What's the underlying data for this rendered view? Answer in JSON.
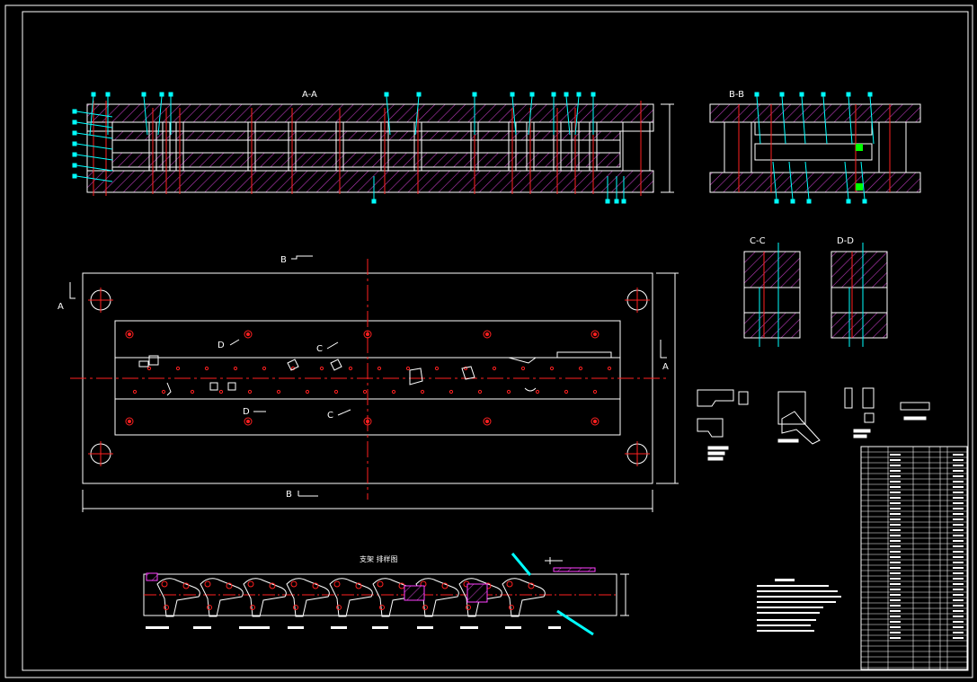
{
  "labels": {
    "section_aa": "A-A",
    "section_bb": "B-B",
    "section_cc": "C-C",
    "section_dd": "D-D",
    "view_a": "A",
    "view_b": "B",
    "view_c": "C",
    "view_d": "D",
    "strip_title": "支架  排样图"
  },
  "colors": {
    "background": "#000000",
    "outline": "#ffffff",
    "hatch": "#cc33cc",
    "centerline": "#ff2020",
    "leader": "#00ffff",
    "yellow": "#ffff00",
    "green": "#00ff00"
  }
}
